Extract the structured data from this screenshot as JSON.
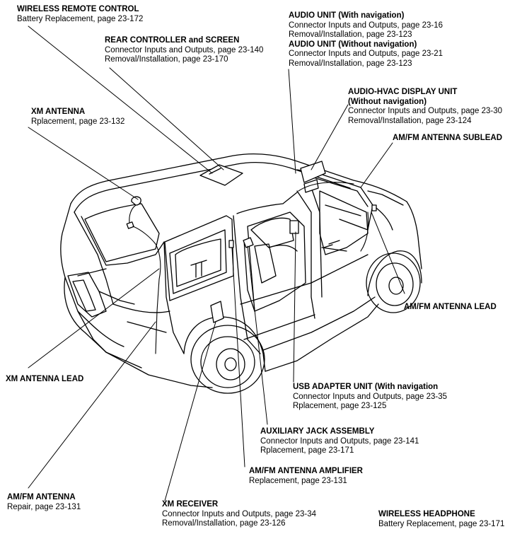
{
  "callouts": {
    "wireless_remote": {
      "title": "WIRELESS REMOTE CONTROL",
      "lines": [
        "Battery Replacement, page 23-172"
      ]
    },
    "rear_controller": {
      "title": "REAR CONTROLLER and SCREEN",
      "lines": [
        "Connector Inputs and Outputs, page 23-140",
        "Removal/Installation, page 23-170"
      ]
    },
    "audio_unit_nav": {
      "title": "AUDIO UNIT (With navigation)",
      "lines": [
        "Connector Inputs and Outputs, page 23-16",
        "Removal/Installation, page 23-123"
      ]
    },
    "audio_unit_no_nav": {
      "title": "AUDIO UNIT (Without navigation)",
      "lines": [
        "Connector Inputs and Outputs, page 23-21",
        "Removal/Installation, page 23-123"
      ]
    },
    "audio_hvac": {
      "title": "AUDIO-HVAC DISPLAY UNIT",
      "title2": "(Without navigation)",
      "lines": [
        "Connector Inputs and Outputs, page 23-30",
        "Removal/Installation, page 23-124"
      ]
    },
    "xm_antenna": {
      "title": "XM ANTENNA",
      "lines": [
        "Rplacement, page 23-132"
      ]
    },
    "amfm_sublead": {
      "title": "AM/FM ANTENNA SUBLEAD",
      "lines": []
    },
    "amfm_lead": {
      "title": "AM/FM ANTENNA LEAD",
      "lines": []
    },
    "xm_lead": {
      "title": "XM ANTENNA LEAD",
      "lines": []
    },
    "usb_adapter": {
      "title": "USB ADAPTER UNIT (With navigation",
      "lines": [
        "Connector Inputs and Outputs, page 23-35",
        "Rplacement, page 23-125"
      ]
    },
    "aux_jack": {
      "title": "AUXILIARY JACK ASSEMBLY",
      "lines": [
        "Connector Inputs and Outputs, page 23-141",
        "Rplacement, page 23-171"
      ]
    },
    "amfm_amplifier": {
      "title": "AM/FM ANTENNA AMPLIFIER",
      "lines": [
        "Replacement, page 23-131"
      ]
    },
    "amfm_antenna": {
      "title": "AM/FM ANTENNA",
      "lines": [
        "Repair, page 23-131"
      ]
    },
    "xm_receiver": {
      "title": "XM RECEIVER",
      "lines": [
        "Connector Inputs and Outputs, page 23-34",
        "Removal/Installation, page 23-126"
      ]
    },
    "wireless_headphone": {
      "title": "WIRELESS HEADPHONE",
      "lines": [
        "Battery Replacement, page 23-171"
      ]
    }
  },
  "colors": {
    "ink": "#000000",
    "paper": "#ffffff"
  }
}
